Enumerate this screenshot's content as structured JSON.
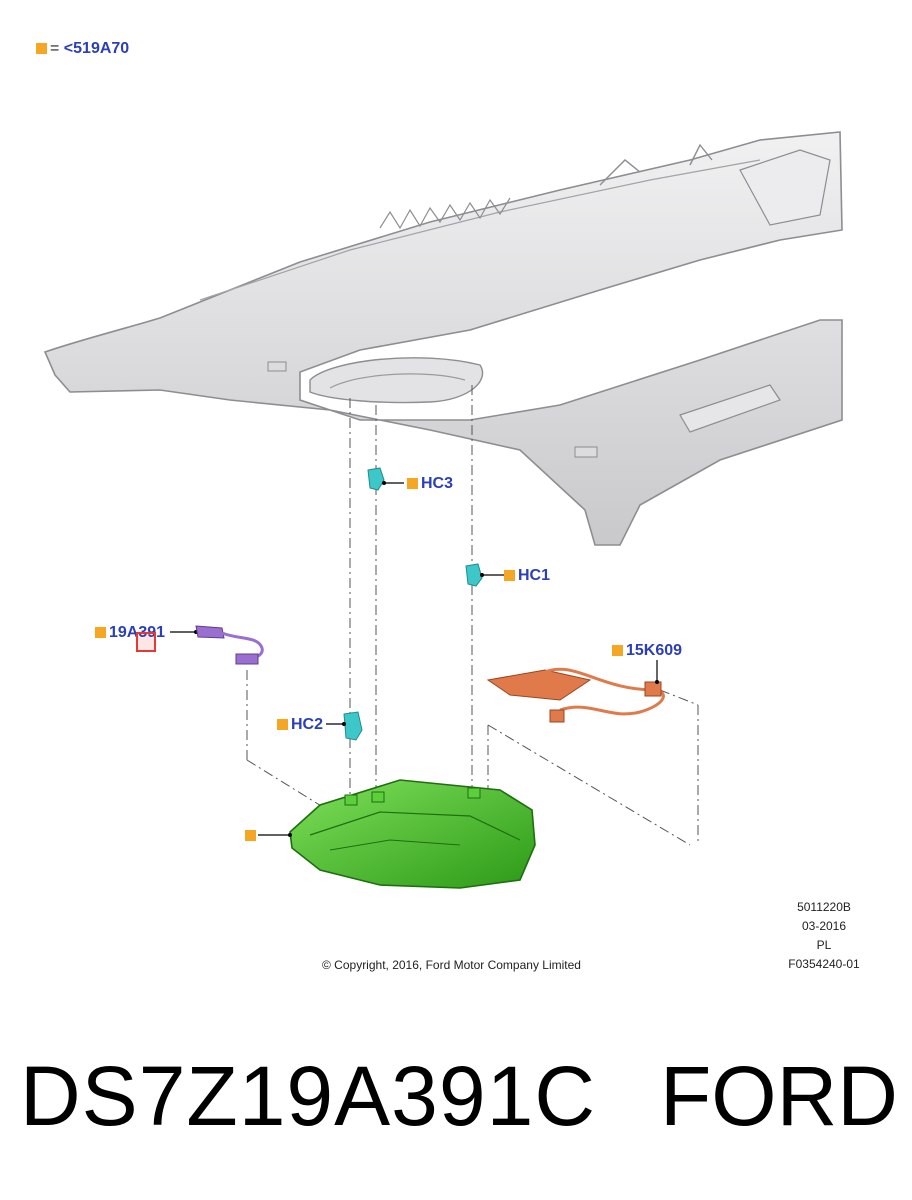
{
  "legend": {
    "equals": "=",
    "ref": "<519A70",
    "marker_color": "#f5a623"
  },
  "callouts": {
    "hc3": "HC3",
    "hc1": "HC1",
    "hc2": "HC2",
    "part_19a391": "19A391",
    "part_15k609": "15K609"
  },
  "copyright": "© Copyright, 2016, Ford Motor Company Limited",
  "meta": [
    "5011220B",
    "03-2016",
    "PL",
    "F0354240-01"
  ],
  "footer": {
    "part_number": "DS7Z19A391C",
    "brand": "FORD"
  },
  "colors": {
    "label_blue": "#2a3fb8",
    "marker_orange": "#f5a623",
    "headliner_grey": "#d8d8da",
    "console_green": "#49c22a",
    "clip_cyan": "#3dc7c9",
    "harness_purple": "#9b6fd0",
    "harness_orange": "#e07a4a",
    "highlight_red": "#e53935"
  }
}
